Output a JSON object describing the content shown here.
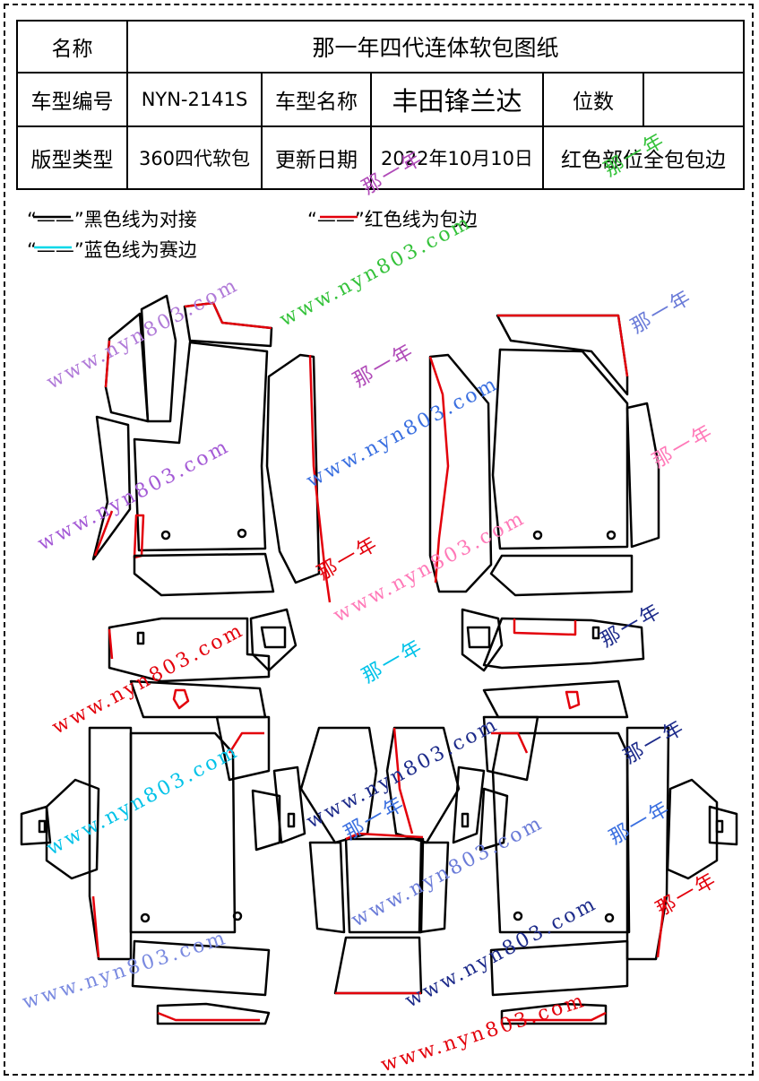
{
  "header": {
    "name_label": "名称",
    "name_value": "那一年四代连体软包图纸",
    "model_code_label": "车型编号",
    "model_code_value": "NYN-2141S",
    "model_name_label": "车型名称",
    "model_name_value": "丰田锋兰达",
    "seats_label": "位数",
    "seats_value": "",
    "pattern_type_label": "版型类型",
    "pattern_type_value": "360四代软包",
    "update_date_label": "更新日期",
    "update_date_value": "2022年10月10日",
    "note": "红色部位全包包边"
  },
  "legend": {
    "black_line": "“——”黑色线为对接",
    "red_line": "“——”红色线为包边",
    "cyan_line": "“——”蓝色线为赛边",
    "colors": {
      "black": "#000000",
      "red": "#e3000b",
      "cyan": "#00d8e8"
    }
  },
  "watermarks": {
    "site": "www.nyn803.com",
    "brand": "那一年"
  }
}
